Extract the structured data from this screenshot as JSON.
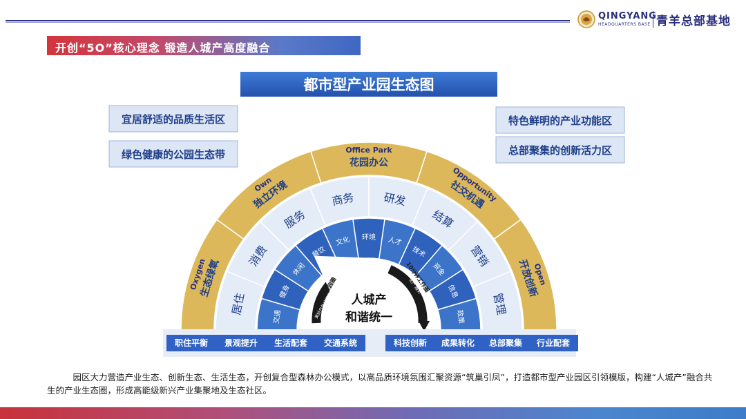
{
  "header": {
    "brand_en": "QINGYANG",
    "brand_sub": "HEADQUARTERS BASE",
    "brand_cn": "青羊总部基地"
  },
  "banner": {
    "title": "开创“5O”核心理念 锻造人城产高度融合"
  },
  "diagram": {
    "title": "都市型产业园生态图",
    "left_boxes": [
      "宜居舒适的品质生活区",
      "绿色健康的公园生态带"
    ],
    "right_boxes": [
      "特色鲜明的产业功能区",
      "总部聚集的创新活力区"
    ],
    "outer_ring": [
      {
        "en": "Oxygen",
        "cn": "生态绿氧"
      },
      {
        "en": "Own",
        "cn": "独立环境"
      },
      {
        "en": "Office Park",
        "cn": "花园办公"
      },
      {
        "en": "Opportunity",
        "cn": "社交机遇"
      },
      {
        "en": "Open",
        "cn": "开放创新"
      }
    ],
    "middle_ring": [
      "居住",
      "消费",
      "服务",
      "商务",
      "研发",
      "结算",
      "营销",
      "管理"
    ],
    "inner_ring": [
      "交通",
      "健身",
      "休闲",
      "餐饮",
      "文化",
      "环境",
      "人才",
      "技术",
      "资金",
      "信息",
      "政策"
    ],
    "left_circle": {
      "title": "10分钟公园圈",
      "sub": "美好户外公园配套"
    },
    "right_circle": {
      "title": "10分钟工作圈",
      "sub": "生产·服务"
    },
    "center_text": [
      "人城产",
      "和谐统一"
    ],
    "bottom_left_tags": [
      "职住平衡",
      "景观提升",
      "生活配套",
      "交通系统"
    ],
    "bottom_right_tags": [
      "科技创新",
      "成果转化",
      "总部聚集",
      "行业配套"
    ]
  },
  "body_text": "园区大力营造产业生态、创新生态、生活生态，开创复合型森林办公模式，以高品质环境氛围汇聚资源“筑巢引凤”，打造都市型产业园区引领模版，构建“人城产”融合共生的产业生态圈，形成高能级新兴产业集聚地及生态社区。",
  "colors": {
    "navy": "#2a2f7d",
    "blue": "#2f62c4",
    "gold": "#dcb85a",
    "ring_light": "#e4ecf8",
    "ring_blue": "#3b74c8",
    "box_bg": "#dde6f4",
    "red": "#d4353b"
  }
}
